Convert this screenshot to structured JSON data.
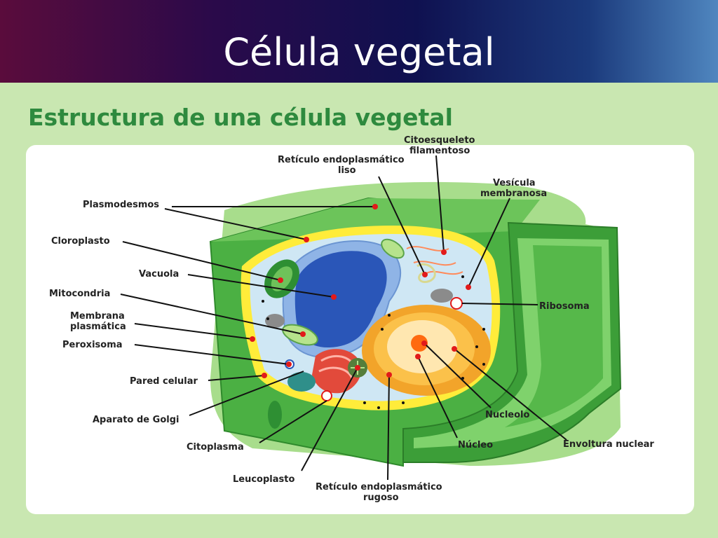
{
  "slide": {
    "title": "Célula vegetal"
  },
  "diagram": {
    "heading": "Estructura de una célula vegetal",
    "labels": {
      "plasmodesmos": "Plasmodesmos",
      "cloroplasto": "Cloroplasto",
      "vacuola": "Vacuola",
      "mitocondria": "Mitocondria",
      "membrana_1": "Membrana",
      "membrana_2": "plasmática",
      "peroxisoma": "Peroxisoma",
      "pared_celular": "Pared celular",
      "golgi": "Aparato de Golgi",
      "citoplasma": "Citoplasma",
      "leucoplasto": "Leucoplasto",
      "rer_1": "Retículo endoplasmático",
      "rer_2": "rugoso",
      "nucleo": "Núcleo",
      "nucleolo": "Nucleolo",
      "envoltura_nuclear": "Envoltura nuclear",
      "ribosoma": "Ribosoma",
      "vesicula_1": "Vesícula",
      "vesicula_2": "membranosa",
      "citoesqueleto_1": "Citoesqueleto",
      "citoesqueleto_2": "filamentoso",
      "rel_1": "Retículo endoplasmático",
      "rel_2": "liso"
    }
  }
}
